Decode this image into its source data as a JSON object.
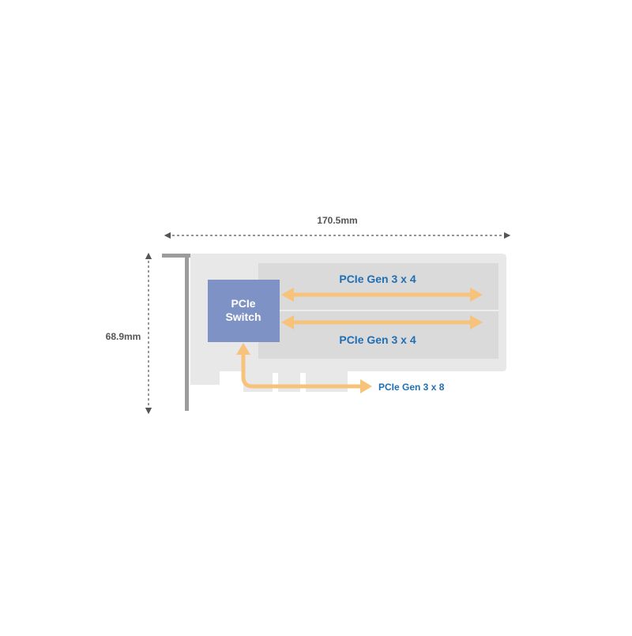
{
  "dimensions": {
    "width": "170.5mm",
    "height": "68.9mm"
  },
  "switch": {
    "line1": "PCIe",
    "line2": "Switch"
  },
  "links": {
    "upper": "PCIe Gen 3 x 4",
    "lower": "PCIe Gen 3 x 4",
    "host": "PCIe Gen 3 x 8"
  },
  "colors": {
    "board": "#e8e8e8",
    "board_inner": "#dadada",
    "bracket": "#9c9c9c",
    "switch": "#7f92c5",
    "arrow": "#f7c27a",
    "label_blue": "#1f6fb4",
    "dimension": "#555555"
  }
}
